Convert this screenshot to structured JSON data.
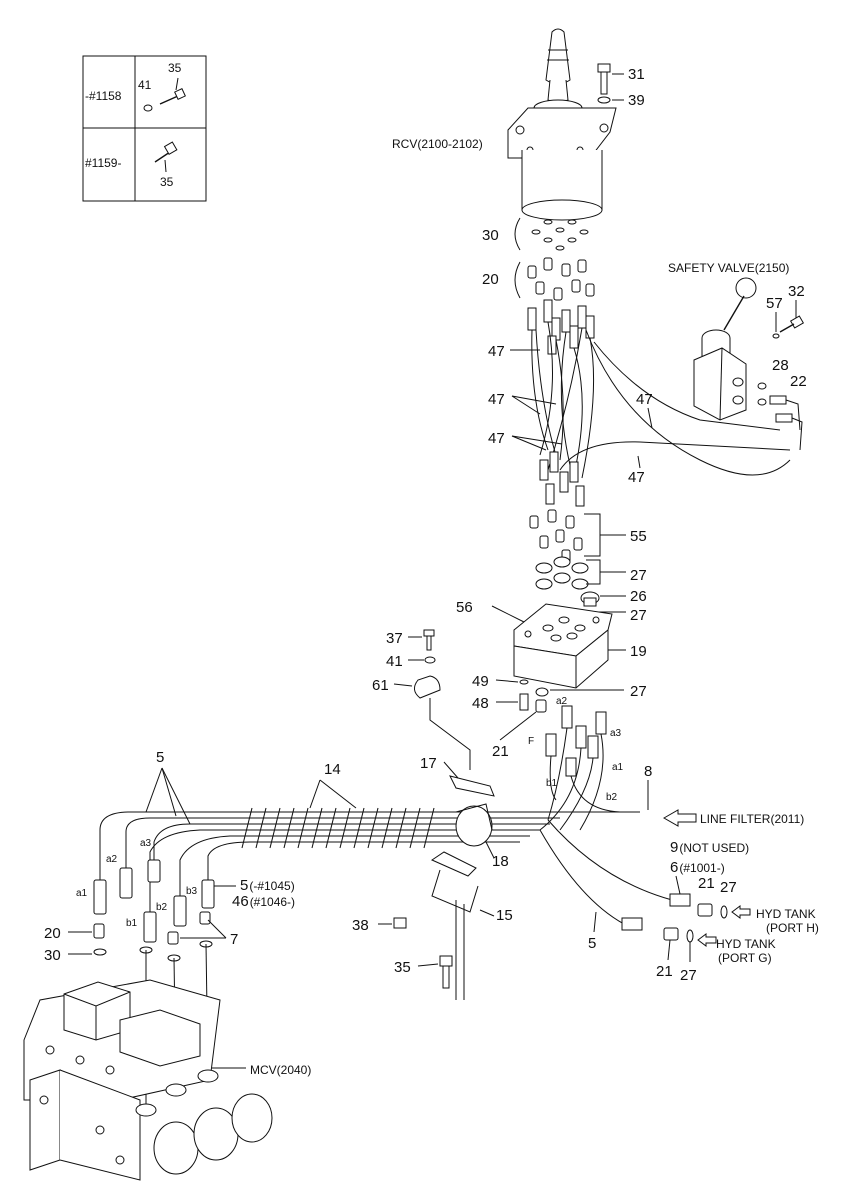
{
  "inset_table": {
    "row1": {
      "serial": "-#1158",
      "parts": [
        "41",
        "35"
      ]
    },
    "row2": {
      "serial": "#1159-",
      "parts": [
        "35"
      ]
    }
  },
  "components": {
    "rcv": "RCV(2100-2102)",
    "safety_valve": "SAFETY VALVE(2150)",
    "line_filter": "LINE FILTER(2011)",
    "mcv": "MCV(2040)",
    "hyd_tank_h_1": "HYD TANK",
    "hyd_tank_h_2": "(PORT H)",
    "hyd_tank_g_1": "HYD TANK",
    "hyd_tank_g_2": "(PORT G)"
  },
  "callouts": {
    "c31": "31",
    "c39": "39",
    "c30": "30",
    "c20": "20",
    "c57": "57",
    "c32": "32",
    "c28": "28",
    "c22": "22",
    "c47a": "47",
    "c47b": "47",
    "c47c": "47",
    "c47d": "47",
    "c47e": "47",
    "c55": "55",
    "c27a": "27",
    "c26": "26",
    "c27b": "27",
    "c56": "56",
    "c19": "19",
    "c37": "37",
    "c41": "41",
    "c61": "61",
    "c49": "49",
    "c48": "48",
    "c27c": "27",
    "c21a": "21",
    "c17": "17",
    "c14": "14",
    "c8": "8",
    "c5a": "5",
    "c18": "18",
    "c9": "9",
    "c9_note": "(NOT USED)",
    "c6": "6",
    "c6_note": "(#1001-)",
    "c21b": "21",
    "c27d": "27",
    "c5b": "5",
    "c5b_note": "(-#1045)",
    "c46": "46",
    "c46_note": "(#1046-)",
    "c7": "7",
    "c20b": "20",
    "c30b": "30",
    "c38": "38",
    "c15": "15",
    "c35": "35",
    "c5c": "5",
    "c21c": "21",
    "c27e": "27"
  },
  "ports": {
    "a1": "a1",
    "a2": "a2",
    "a3": "a3",
    "b1": "b1",
    "b2": "b2",
    "b3": "b3",
    "f": "F",
    "pa2": "a2",
    "pa3": "a3",
    "pa1": "a1",
    "pb1": "b1",
    "pb2": "b2"
  }
}
